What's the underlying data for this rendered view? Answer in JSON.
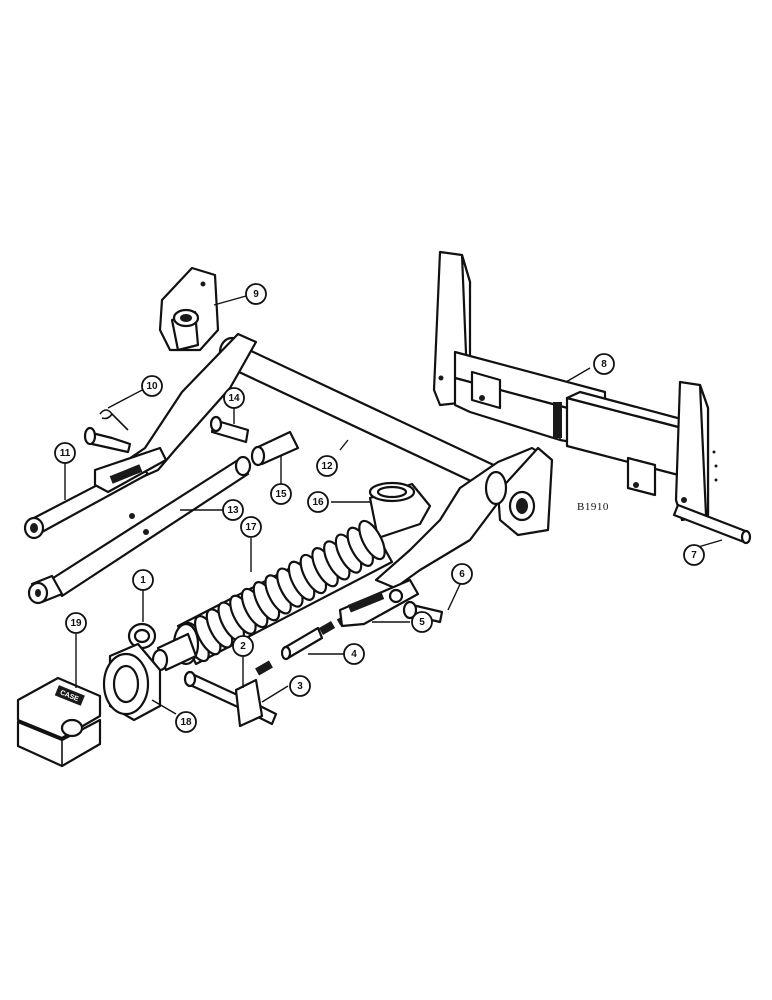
{
  "diagram": {
    "reference_code": "B1910",
    "clamp_stamp": "CASE",
    "callouts": [
      {
        "id": "c1",
        "label": "1"
      },
      {
        "id": "c2",
        "label": "2"
      },
      {
        "id": "c3",
        "label": "3"
      },
      {
        "id": "c4",
        "label": "4"
      },
      {
        "id": "c5",
        "label": "5"
      },
      {
        "id": "c6",
        "label": "6"
      },
      {
        "id": "c7",
        "label": "7"
      },
      {
        "id": "c8",
        "label": "8"
      },
      {
        "id": "c9",
        "label": "9"
      },
      {
        "id": "c10",
        "label": "10"
      },
      {
        "id": "c11",
        "label": "11"
      },
      {
        "id": "c12",
        "label": "12"
      },
      {
        "id": "c13",
        "label": "13"
      },
      {
        "id": "c14",
        "label": "14"
      },
      {
        "id": "c15",
        "label": "15"
      },
      {
        "id": "c16",
        "label": "16"
      },
      {
        "id": "c17",
        "label": "17"
      },
      {
        "id": "c18",
        "label": "18"
      },
      {
        "id": "c19",
        "label": "19"
      }
    ]
  }
}
